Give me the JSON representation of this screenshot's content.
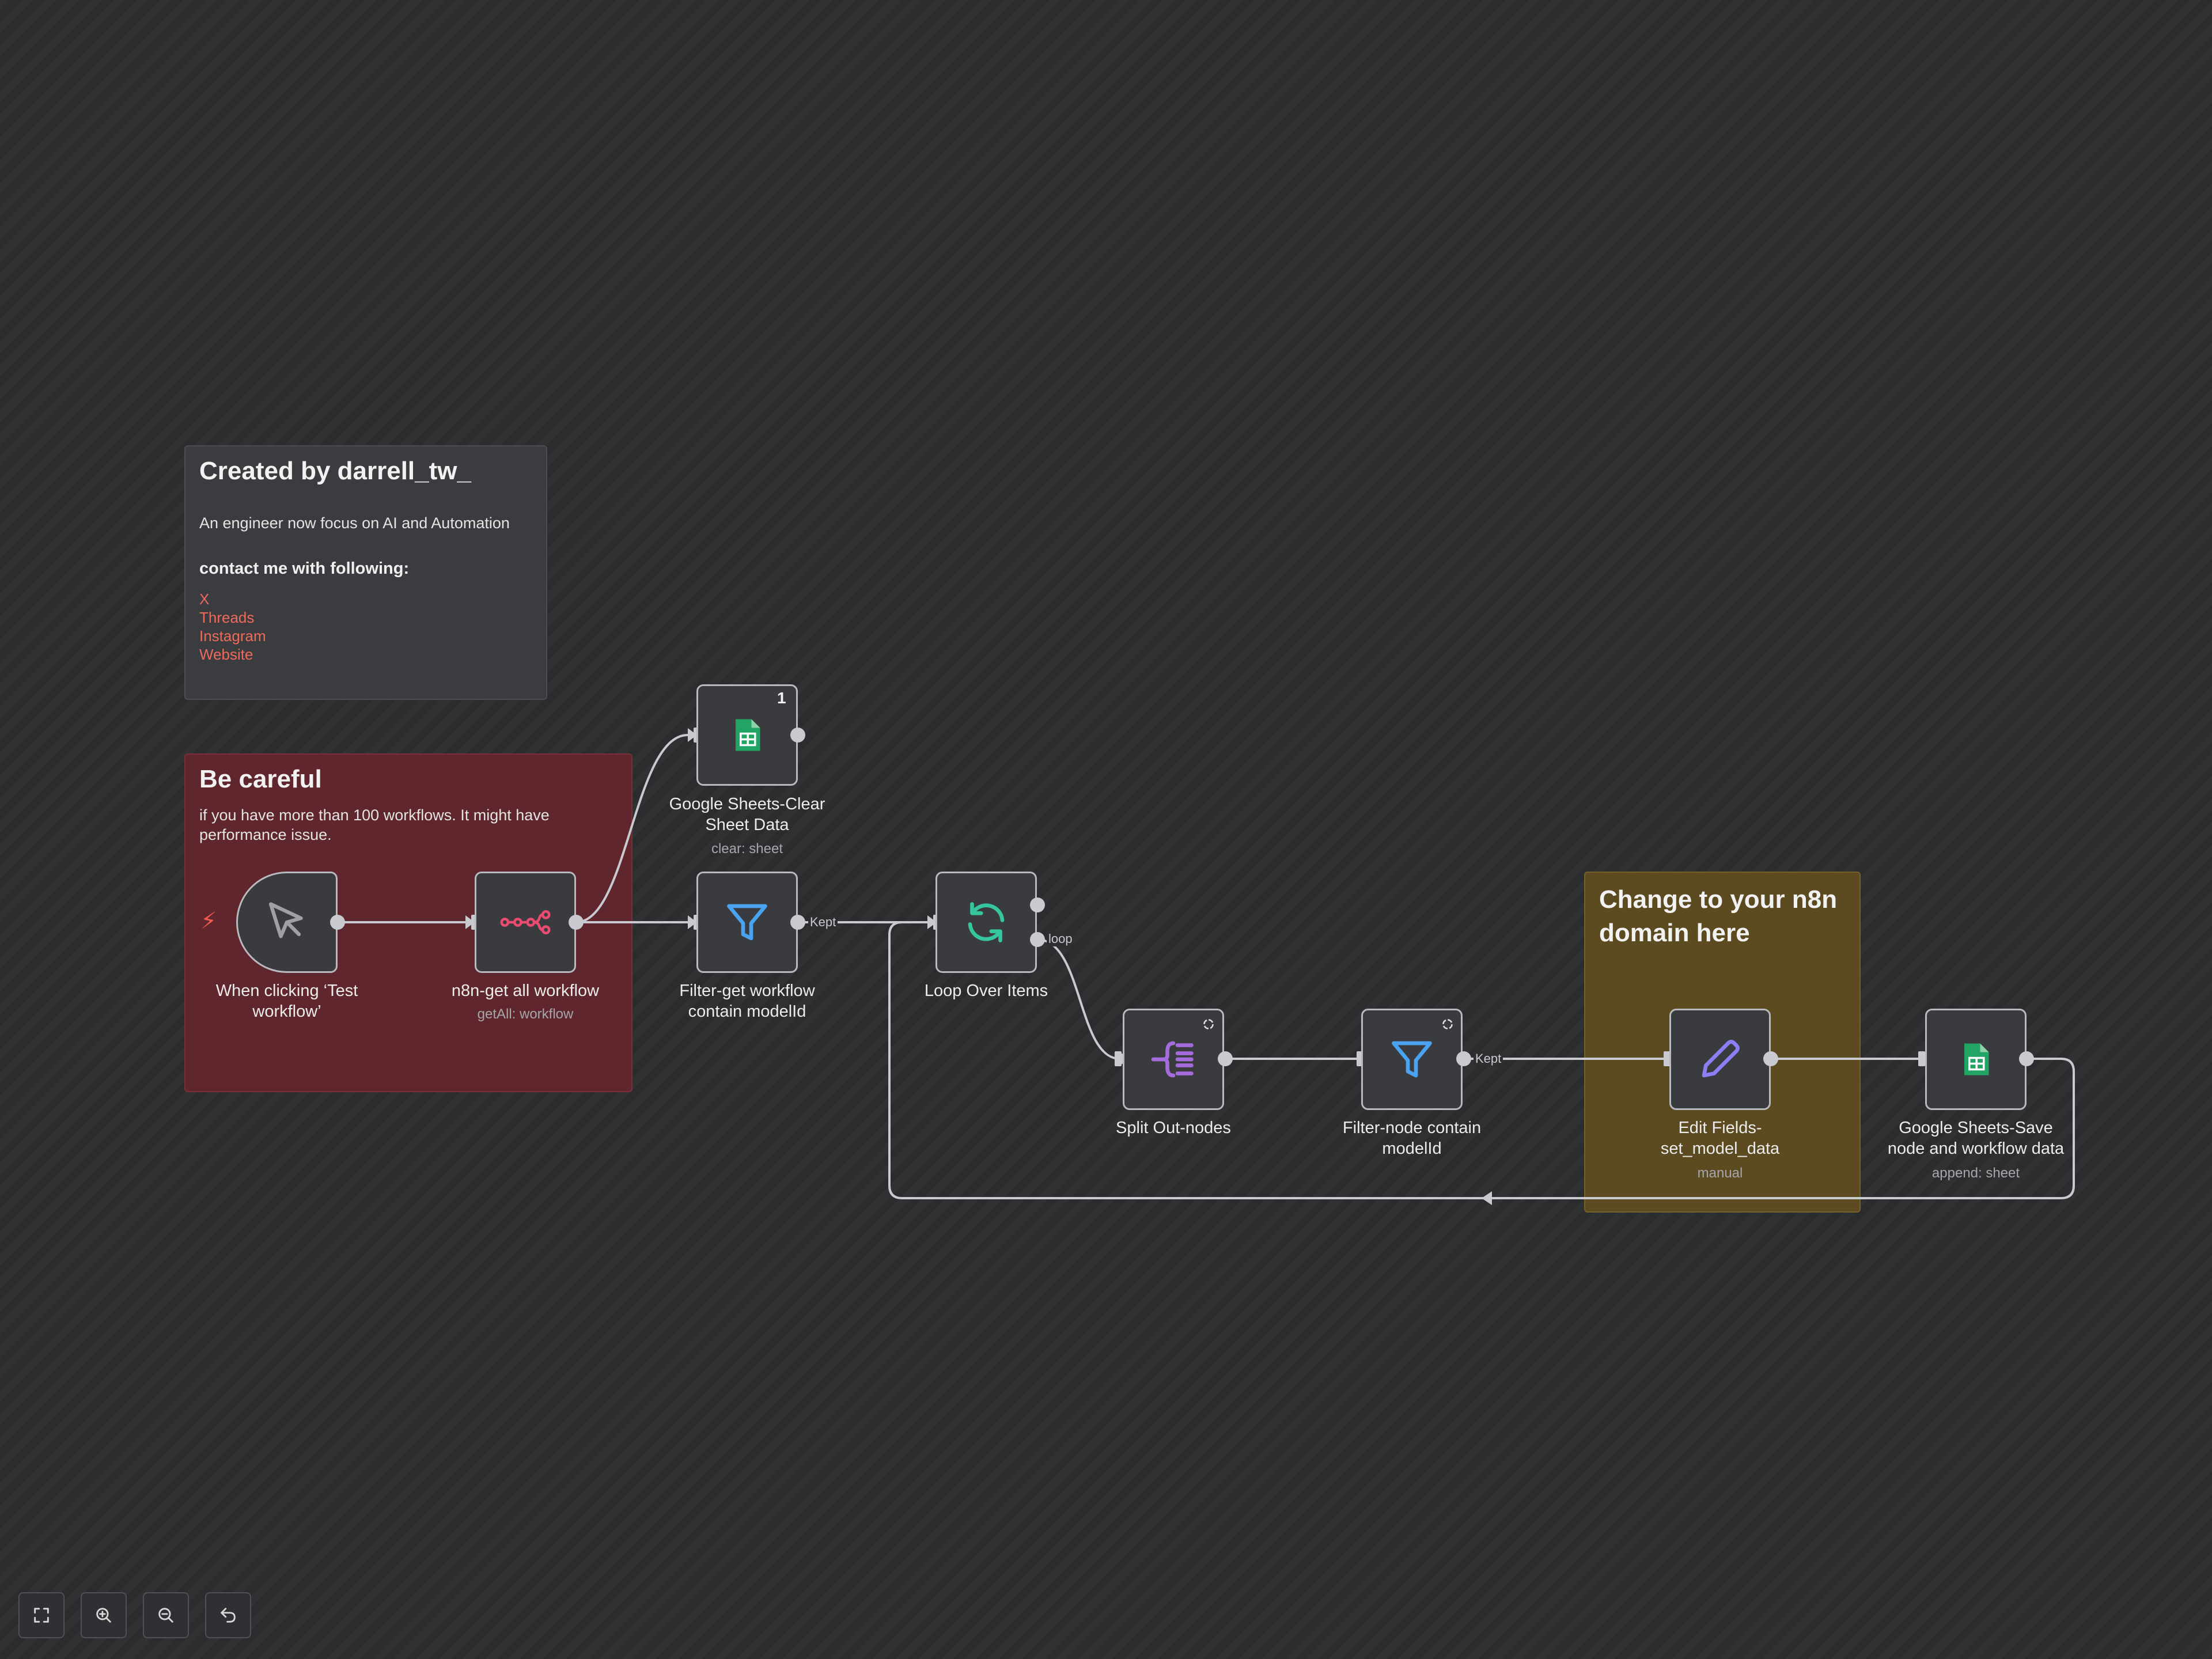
{
  "stickies": {
    "info": {
      "title": "Created by darrell_tw_",
      "description": "An engineer now focus on AI and Automation",
      "contact_heading": "contact me with following:",
      "links": [
        "X",
        "Threads",
        "Instagram",
        "Website"
      ]
    },
    "warning": {
      "title": "Be careful",
      "text_line1": "if you have more than 100 workflows. It might have",
      "text_line2": "performance issue."
    },
    "domain": {
      "title_line1": "Change to your n8n",
      "title_line2": "domain here"
    }
  },
  "nodes": {
    "trigger": {
      "label_line1": "When clicking ‘Test",
      "label_line2": "workflow’",
      "icon": "cursor-pointer-icon"
    },
    "get_workflows": {
      "label": "n8n-get all workflow",
      "sub": "getAll: workflow",
      "icon": "n8n-logo-icon"
    },
    "clear_sheet": {
      "label_line1": "Google Sheets-Clear",
      "label_line2": "Sheet Data",
      "sub": "clear: sheet",
      "badge": "1",
      "icon": "google-sheets-icon"
    },
    "filter_workflow": {
      "label_line1": "Filter-get workflow",
      "label_line2": "contain modelId",
      "icon": "filter-icon"
    },
    "loop": {
      "label": "Loop Over Items",
      "icon": "loop-icon"
    },
    "split_out": {
      "label": "Split Out-nodes",
      "icon": "split-out-icon"
    },
    "filter_node": {
      "label_line1": "Filter-node contain",
      "label_line2": "modelId",
      "icon": "filter-icon"
    },
    "edit_fields": {
      "label_line1": "Edit Fields-",
      "label_line2": "set_model_data",
      "sub": "manual",
      "icon": "pencil-icon"
    },
    "save_sheet": {
      "label_line1": "Google Sheets-Save",
      "label_line2": "node and workflow data",
      "sub": "append: sheet",
      "icon": "google-sheets-icon"
    }
  },
  "edge_labels": {
    "kept_1": "Kept",
    "loop": "loop",
    "kept_2": "Kept"
  },
  "controls": [
    "fit-view-icon",
    "zoom-in-icon",
    "zoom-out-icon",
    "reset-icon"
  ],
  "colors": {
    "canvas": "#2b2c2e",
    "sticky_warning": "#5f262d",
    "sticky_domain": "#5c4a21",
    "link": "#ef6a5a",
    "sheets_green": "#21a464",
    "filter_blue": "#4aa3f0",
    "loop_teal": "#35c6a0",
    "split_purple": "#a36bdc",
    "pencil_violet": "#8c7ff3",
    "n8n_pink": "#ea4b71"
  }
}
